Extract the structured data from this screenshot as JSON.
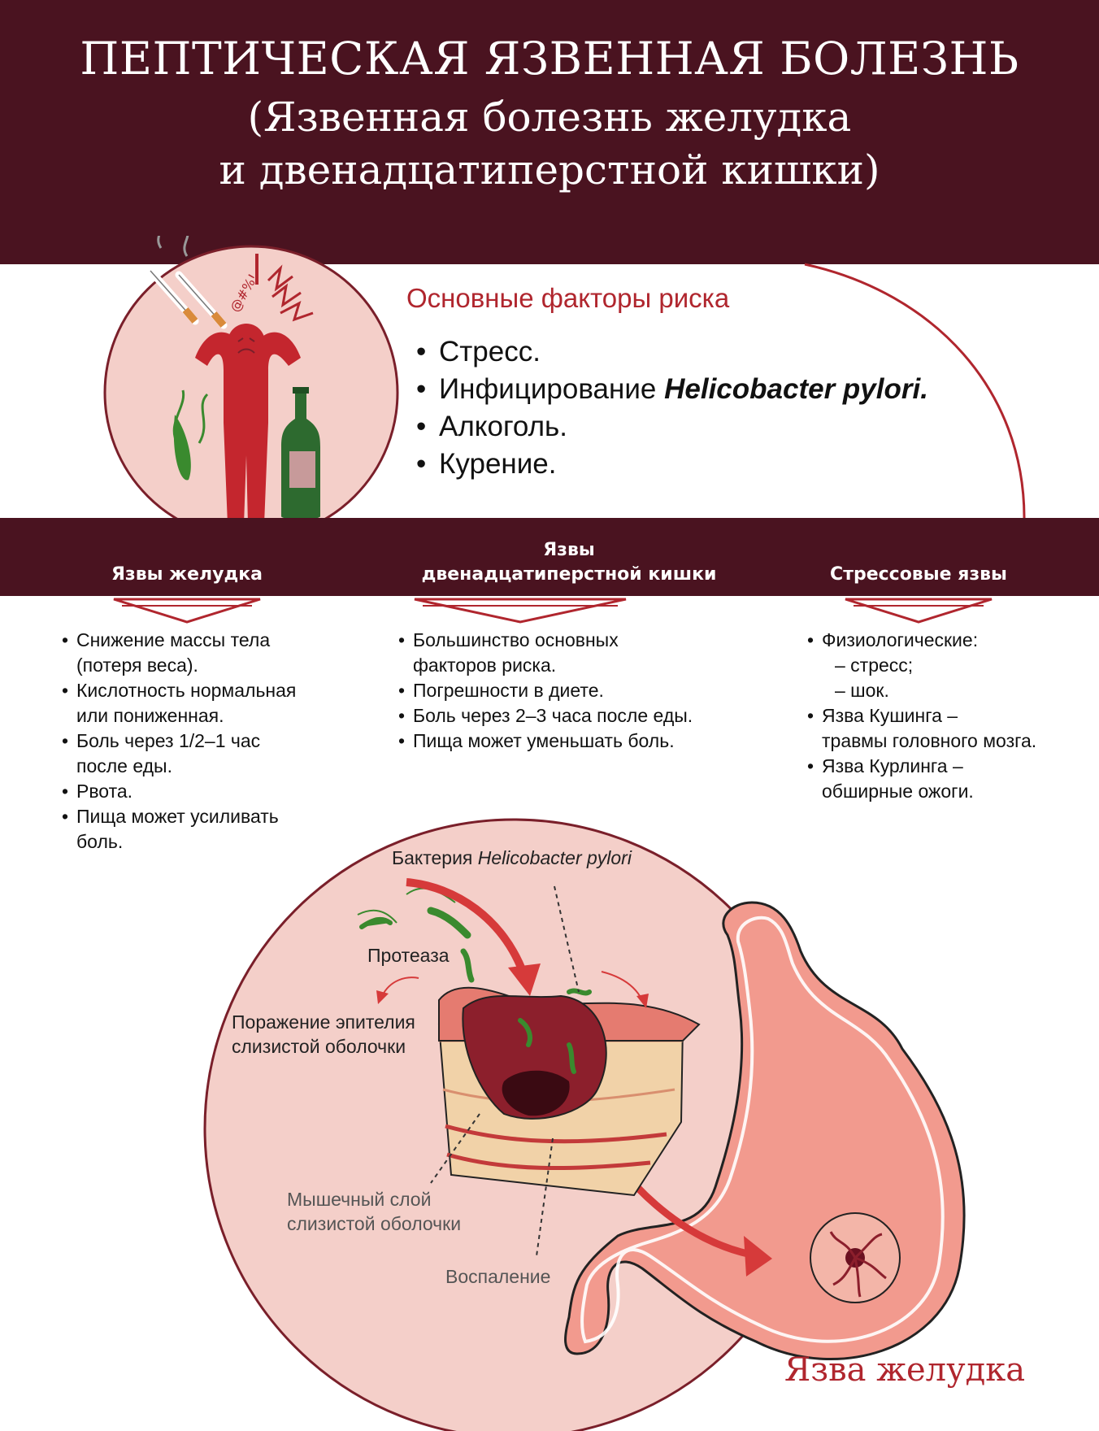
{
  "header": {
    "title_line1": "ПЕПТИЧЕСКАЯ ЯЗВЕННАЯ БОЛЕЗНЬ",
    "title_line2": "(Язвенная болезнь желудка",
    "title_line3": "и двенадцатиперстной кишки)"
  },
  "risk": {
    "heading": "Основные факторы риска",
    "items": [
      "Стресс.",
      "Инфицирование ",
      "Алкоголь.",
      "Курение."
    ],
    "hp_name": "Helicobacter pylori.",
    "symbol_text": "@#%!"
  },
  "columns": {
    "gastric": {
      "title": "Язвы желудка",
      "items": [
        "Снижение массы тела",
        "(потеря веса).",
        "Кислотность нормальная",
        "или пониженная.",
        "Боль через 1/2–1 час",
        "после еды.",
        "Рвота.",
        "Пища может усиливать",
        "боль."
      ]
    },
    "duodenal": {
      "title_line1": "Язвы",
      "title_line2": "двенадцатиперстной кишки",
      "items": [
        "Большинство основных",
        "факторов риска.",
        "Погрешности в диете.",
        "Боль через 2–3 часа после еды.",
        "Пища может уменьшать боль."
      ]
    },
    "stress": {
      "title": "Стрессовые язвы",
      "items": [
        "Физиологические:",
        "– стресс;",
        "– шок.",
        "Язва Кушинга –",
        "травмы головного мозга.",
        "Язва Курлинга –",
        "обширные ожоги."
      ]
    }
  },
  "diagram": {
    "bacteria_prefix": "Бактерия ",
    "bacteria_name": "Helicobacter pylori",
    "protease": "Протеаза",
    "epithelium_line1": "Поражение эпителия",
    "epithelium_line2": "слизистой оболочки",
    "muscle_line1": "Мышечный слой",
    "muscle_line2": "слизистой оболочки",
    "inflammation": "Воспаление",
    "caption": "Язва желудка"
  },
  "colors": {
    "maroon": "#4a1320",
    "accent_red": "#b0262e",
    "pink_bg": "#f4cfc9",
    "bacteria_green": "#3a8a2e"
  }
}
